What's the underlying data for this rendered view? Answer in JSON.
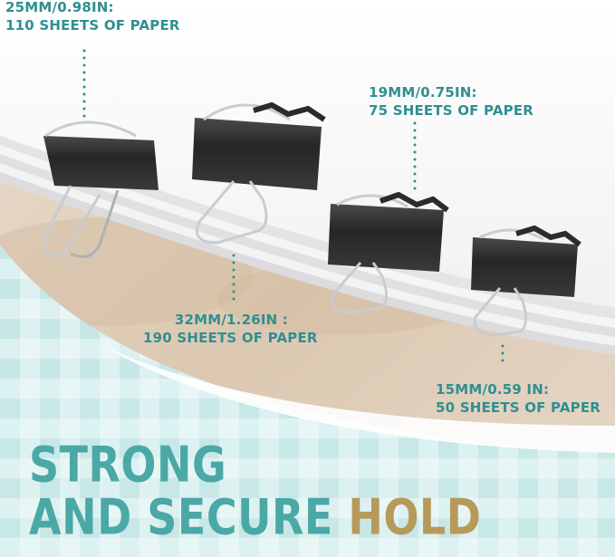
{
  "colors": {
    "label": "#2f8f91",
    "headline_teal": "#4aa8a6",
    "headline_gold": "#b69a5a",
    "clip_metal": "#2b2b2a",
    "wire": "#c9ccd0"
  },
  "labels": [
    {
      "line1": "25MM/0.98IN:",
      "line2": "110 SHEETS OF PAPER"
    },
    {
      "line1": "19MM/0.75IN:",
      "line2": "75 SHEETS OF PAPER"
    },
    {
      "line1": "32MM/1.26IN :",
      "line2": "190 SHEETS OF PAPER"
    },
    {
      "line1": "15MM/0.59 IN:",
      "line2": "50 SHEETS OF PAPER"
    }
  ],
  "headline": {
    "line1": "STRONG",
    "line2_teal": "AND SECURE ",
    "line2_gold": "HOLD"
  }
}
